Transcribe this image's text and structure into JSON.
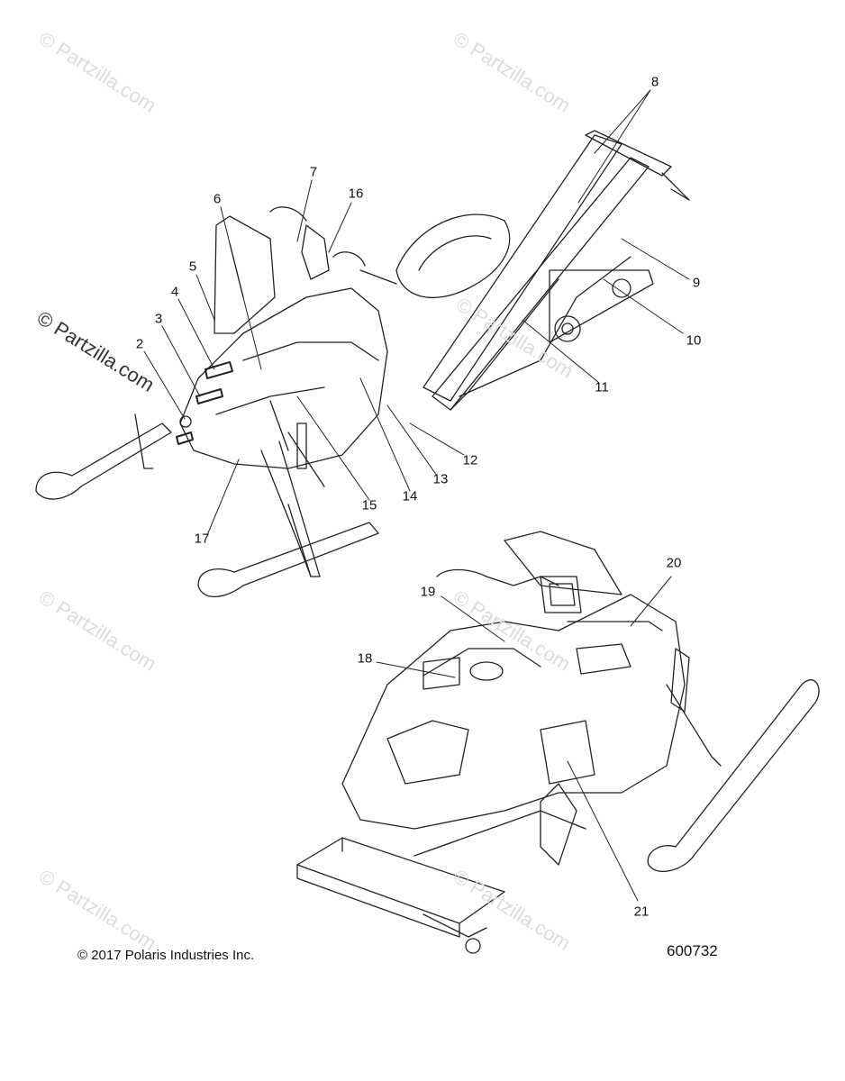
{
  "watermark": {
    "text": "© Partzilla.com",
    "bold_text": "© Partzilla.com"
  },
  "callouts": [
    "2",
    "3",
    "4",
    "5",
    "6",
    "7",
    "8",
    "9",
    "10",
    "11",
    "12",
    "13",
    "14",
    "15",
    "16",
    "17",
    "18",
    "19",
    "20",
    "21"
  ],
  "footer": {
    "copyright": "© 2017 Polaris Industries Inc.",
    "diagram_number": "600732"
  }
}
